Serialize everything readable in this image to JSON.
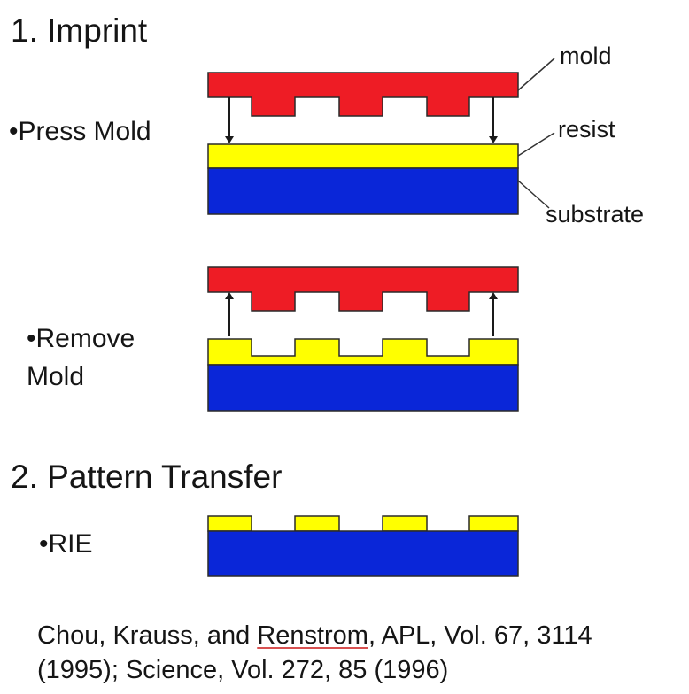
{
  "section1": {
    "title": "1. Imprint"
  },
  "step_press": {
    "label": "•Press Mold"
  },
  "step_remove": {
    "line1": "•Remove",
    "line2": "Mold"
  },
  "section2": {
    "title": "2. Pattern Transfer"
  },
  "step_rie": {
    "label": "•RIE"
  },
  "labels": {
    "mold": "mold",
    "resist": "resist",
    "substrate": "substrate"
  },
  "citation": {
    "line1_part1": "Chou, Krauss, and ",
    "line1_part2": "Renstrom",
    "line1_part3": ", APL, Vol. 67, 3114",
    "line2": "(1995); Science, Vol. 272, 85 (1996)"
  },
  "colors": {
    "mold": "#ee1c25",
    "resist": "#ffff00",
    "substrate": "#0a26d8",
    "outline": "#2a2a2a",
    "arrow": "#1a1a1a"
  }
}
